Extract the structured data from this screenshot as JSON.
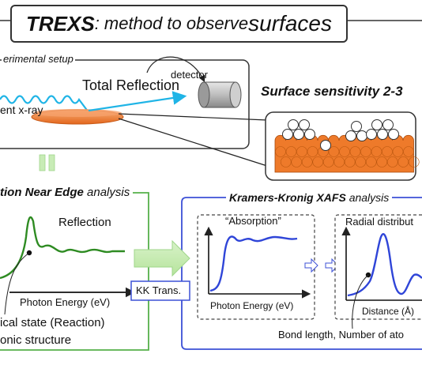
{
  "title": {
    "bold": "TREXS",
    "middle": ": method to observe ",
    "big": "surfaces"
  },
  "setup": {
    "label": "erimental setup",
    "total_reflection": "Total Reflection",
    "detector": "detector",
    "incident": "ent x-ray"
  },
  "surface_sensitivity": "Surface sensitivity 2-3",
  "xanes": {
    "header_bold": "tion Near Edge",
    "header_rest": " analysis",
    "reflection": "Reflection",
    "photon_energy": "Photon Energy (eV)",
    "line1": "ical state (Reaction)",
    "line2": "onic structure"
  },
  "kk": {
    "header_bold": "Kramers-Kronig XAFS",
    "header_rest": " analysis",
    "absorption": "“Absorption”",
    "radial": "Radial distribut",
    "photon_energy": "Photon Energy (eV)",
    "distance": "Distance (Å)",
    "bond": "Bond length, Number of ato"
  },
  "kk_trans": "KK Trans.",
  "colors": {
    "curve_green": "#2e8b22",
    "curve_blue": "#2f45d8",
    "box_green": "#55b14a",
    "box_blue": "#3c50d6",
    "orange": "#ee7a2a",
    "cyan": "#1fb4e6"
  }
}
